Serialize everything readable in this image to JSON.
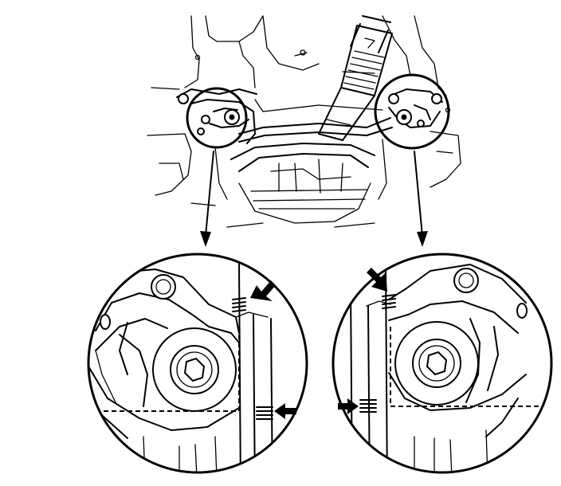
{
  "figure": {
    "type": "technical-line-drawing",
    "views": [
      "overview",
      "detail-left",
      "detail-right"
    ],
    "icons": [
      "pointer-arrow-icon",
      "bolt-icon",
      "alignment-mark-icon"
    ],
    "ink_color": "#000000",
    "paper_color": "#ffffff"
  }
}
